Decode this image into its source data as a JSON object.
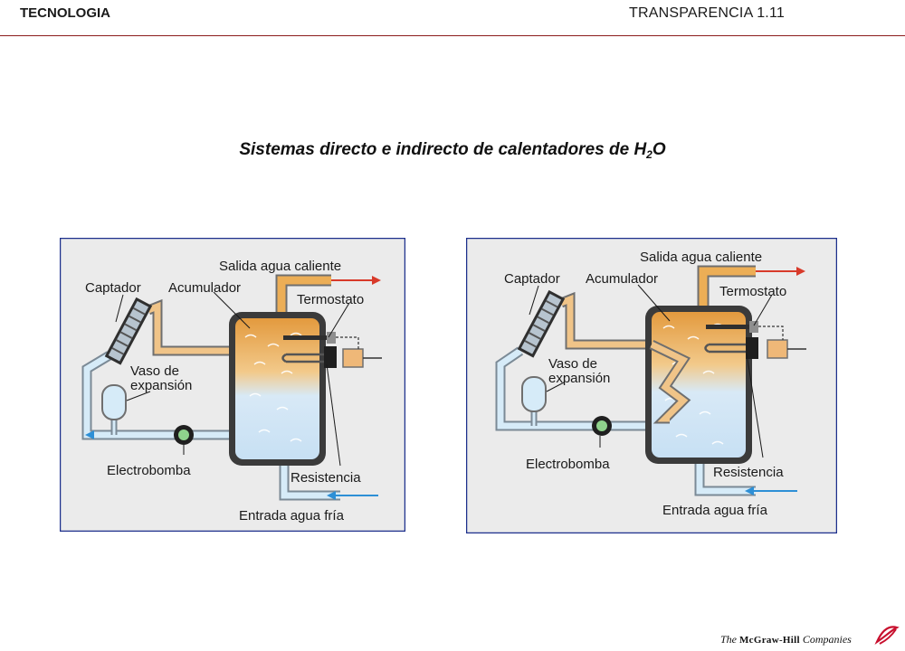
{
  "header": {
    "left": "TECNOLOGIA",
    "right": "TRANSPARENCIA 1.11"
  },
  "title": {
    "main": "Sistemas directo e indirecto de calentadores de H",
    "subscript": "2",
    "suffix": "O"
  },
  "diagram_left": {
    "label_salida": "Salida agua caliente",
    "label_captador": "Captador",
    "label_acumulador": "Acumulador",
    "label_termostato": "Termostato",
    "label_vaso_1": "Vaso de",
    "label_vaso_2": "expansión",
    "label_electrobomba": "Electrobomba",
    "label_resistencia": "Resistencia",
    "label_entrada": "Entrada agua fría"
  },
  "diagram_right": {
    "label_salida": "Salida agua caliente",
    "label_captador": "Captador",
    "label_acumulador": "Acumulador",
    "label_termostato": "Termostato",
    "label_vaso_1": "Vaso de",
    "label_vaso_2": "expansión",
    "label_electrobomba": "Electrobomba",
    "label_resistencia": "Resistencia",
    "label_entrada": "Entrada agua fría"
  },
  "footer": {
    "the": "The",
    "brand": "McGraw-Hill",
    "companies": "Companies"
  },
  "colors": {
    "header_rule": "#8b1c1c",
    "panel_border": "#1c2f8c",
    "panel_bg": "#ebebeb",
    "hot_water": "#e8a54e",
    "cold_water": "#cfe6f6",
    "tank_shell": "#3b3b3b",
    "arrow_hot": "#d83a2a",
    "arrow_cold": "#2d8fd6"
  }
}
